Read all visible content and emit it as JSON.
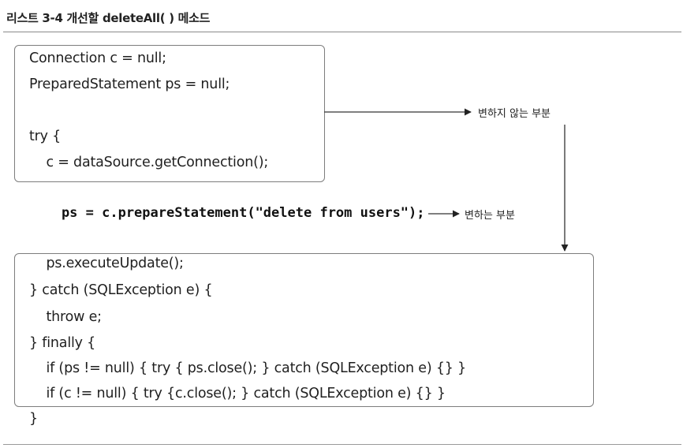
{
  "listing": {
    "title": "리스트 3-4 개선할 deleteAll( ) 메소드"
  },
  "code": {
    "upper_lines": [
      "Connection c = null;",
      "PreparedStatement ps = null;",
      "try {",
      "    c = dataSource.getConnection();"
    ],
    "highlight_line": "    ps = c.prepareStatement(\"delete from users\");",
    "lower_lines": [
      "    ps.executeUpdate();",
      "} catch (SQLException e) {",
      "    throw e;",
      "} finally {",
      "    if (ps != null) { try { ps.close(); } catch (SQLException e) {} }",
      "    if (c != null) { try {c.close(); } catch (SQLException e) {} }",
      "}"
    ]
  },
  "annotations": {
    "unchanging": "변하지 않는 부분",
    "changing": "변하는 부분"
  }
}
